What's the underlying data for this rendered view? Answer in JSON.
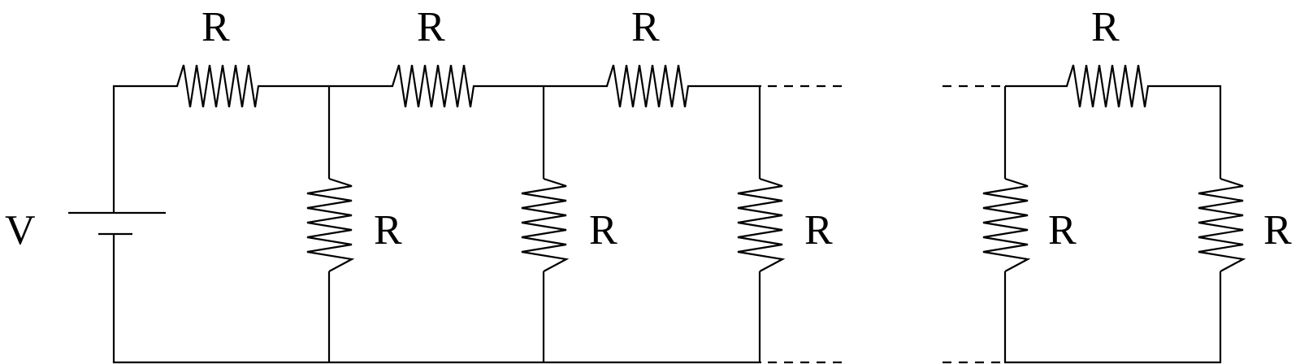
{
  "source_label": "V",
  "resistor_label": "R",
  "colors": {
    "line": "#000000",
    "background": "#ffffff"
  },
  "series_resistors": [
    {
      "label": "R"
    },
    {
      "label": "R"
    },
    {
      "label": "R"
    },
    {
      "label": "R"
    }
  ],
  "shunt_resistors": [
    {
      "label": "R"
    },
    {
      "label": "R"
    },
    {
      "label": "R"
    },
    {
      "label": "R"
    },
    {
      "label": "R"
    }
  ]
}
